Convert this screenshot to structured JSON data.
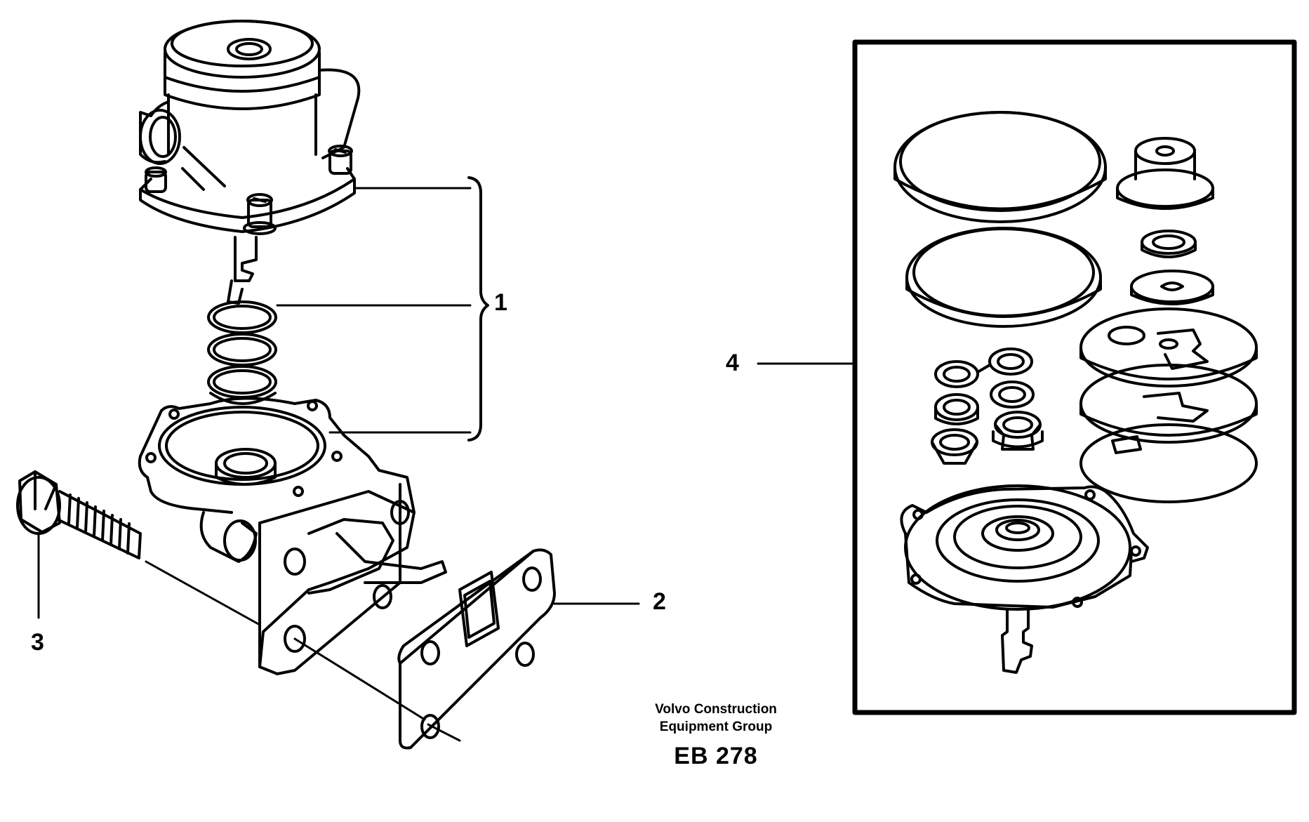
{
  "callouts": {
    "c1": "1",
    "c2": "2",
    "c3": "3",
    "c4": "4"
  },
  "credit": {
    "line1": "Volvo Construction",
    "line2": "Equipment Group",
    "code": "EB 278"
  },
  "colors": {
    "ink": "#000000",
    "paper": "#ffffff"
  }
}
